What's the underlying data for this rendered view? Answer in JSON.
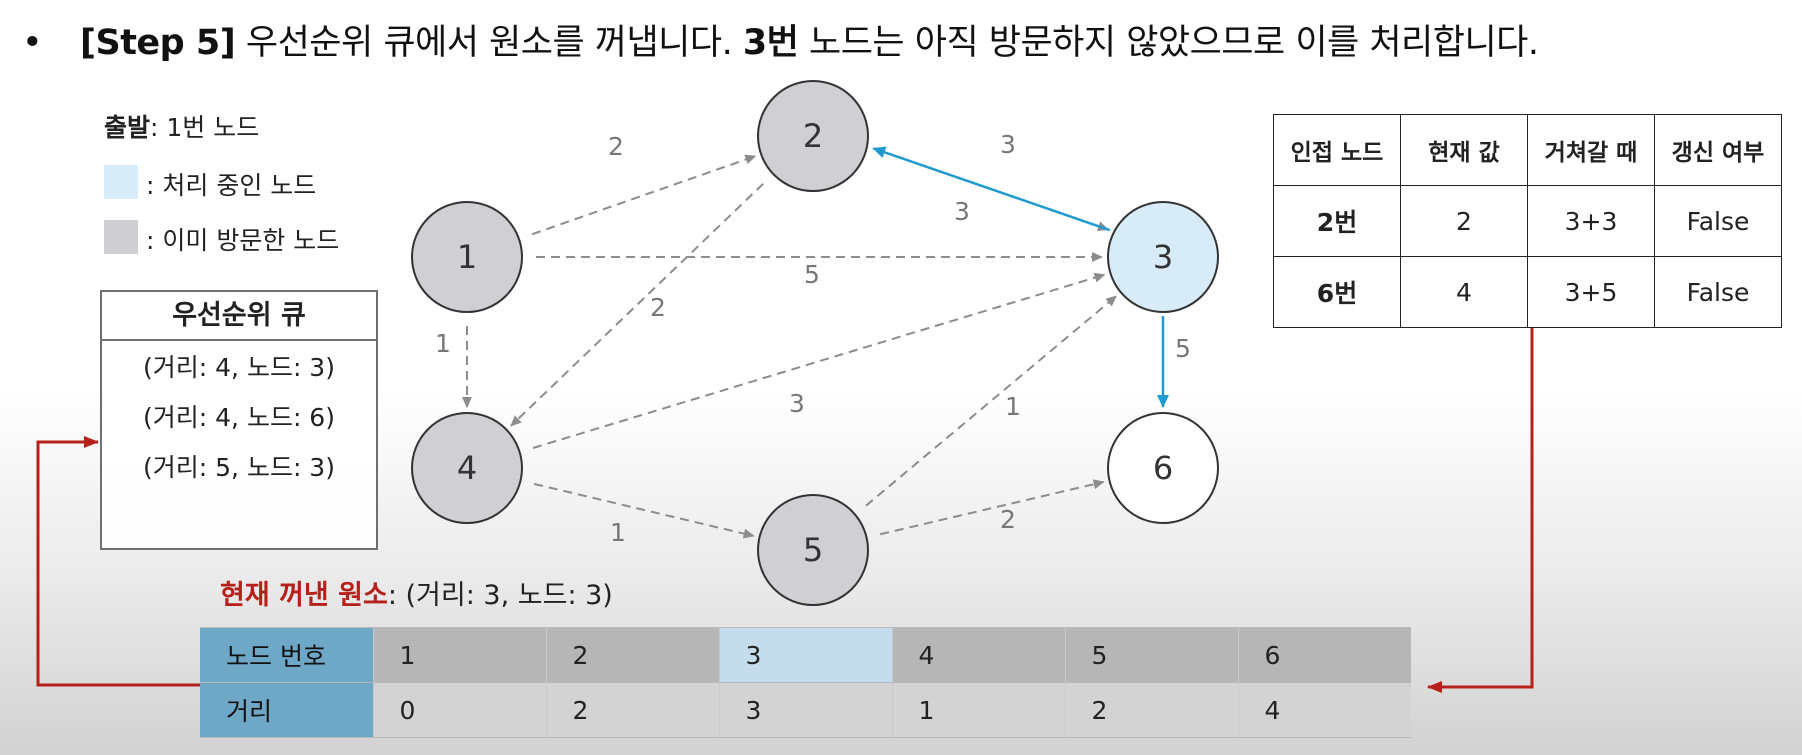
{
  "header": {
    "bullet": "•",
    "part1": "[Step 5]",
    "part2": " 우선순위 큐에서 원소를 꺼냅니다. ",
    "part3": "3번",
    "part4": " 노드는 아직 방문하지 않았으므로 이를 처리합니다."
  },
  "legend": {
    "start_label": "출발",
    "start_value": ": 1번 노드",
    "processing_label": ": 처리 중인 노드",
    "visited_label": ": 이미 방문한 노드"
  },
  "priority_queue": {
    "title": "우선순위 큐",
    "items": [
      "(거리: 4, 노드: 3)",
      "(거리: 4, 노드: 6)",
      "(거리: 5, 노드: 3)"
    ]
  },
  "current_element": {
    "label": "현재 꺼낸 원소",
    "value": ": (거리: 3, 노드: 3)"
  },
  "graph": {
    "nodes": [
      {
        "id": "1",
        "state": "visited"
      },
      {
        "id": "2",
        "state": "visited"
      },
      {
        "id": "3",
        "state": "processing"
      },
      {
        "id": "4",
        "state": "visited"
      },
      {
        "id": "5",
        "state": "visited"
      },
      {
        "id": "6",
        "state": "unvisited"
      }
    ],
    "edges": [
      {
        "from": "1",
        "to": "2",
        "weight": "2",
        "highlight": false
      },
      {
        "from": "1",
        "to": "3",
        "weight": "5",
        "highlight": false
      },
      {
        "from": "1",
        "to": "4",
        "weight": "1",
        "highlight": false
      },
      {
        "from": "2",
        "to": "3",
        "weight": "3",
        "highlight": false
      },
      {
        "from": "2",
        "to": "4",
        "weight": "2",
        "highlight": false
      },
      {
        "from": "3",
        "to": "2",
        "weight": "3",
        "highlight": true
      },
      {
        "from": "3",
        "to": "6",
        "weight": "5",
        "highlight": true
      },
      {
        "from": "4",
        "to": "3",
        "weight": "3",
        "highlight": false
      },
      {
        "from": "4",
        "to": "5",
        "weight": "1",
        "highlight": false
      },
      {
        "from": "5",
        "to": "3",
        "weight": "1",
        "highlight": false
      },
      {
        "from": "5",
        "to": "6",
        "weight": "2",
        "highlight": false
      }
    ],
    "colors": {
      "visited_fill": "#cfcfd4",
      "processing_fill": "#d8ebf8",
      "unvisited_fill": "#ffffff",
      "dashed_edge": "#8c8c8c",
      "highlight_edge": "#1f9bd1",
      "arrow_red": "#b5201a"
    }
  },
  "adjacency_table": {
    "headers": [
      "인접 노드",
      "현재 값",
      "거쳐갈 때",
      "갱신 여부"
    ],
    "rows": [
      [
        "2번",
        "2",
        "3+3",
        "False"
      ],
      [
        "6번",
        "4",
        "3+5",
        "False"
      ]
    ]
  },
  "distance_table": {
    "row1_header": "노드 번호",
    "row2_header": "거리",
    "nodes": [
      "1",
      "2",
      "3",
      "4",
      "5",
      "6"
    ],
    "distances": [
      "0",
      "2",
      "3",
      "1",
      "2",
      "4"
    ],
    "active_node_index": 2
  }
}
